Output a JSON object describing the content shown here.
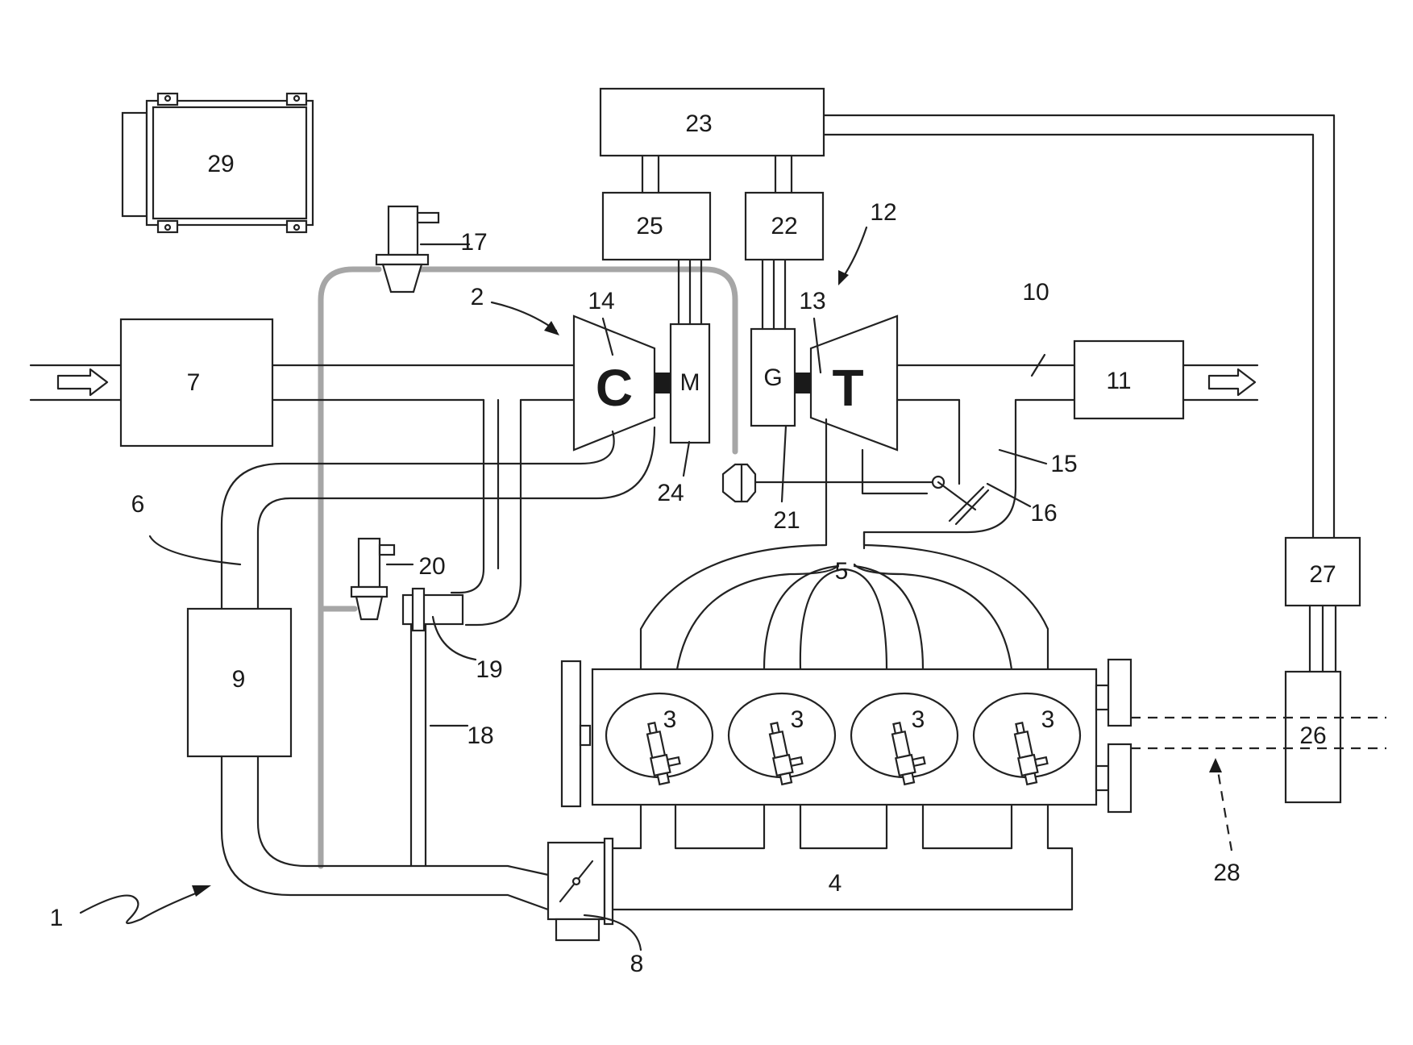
{
  "labels": {
    "system": "1",
    "turbo_compressor_group": "2",
    "cylinder": "3",
    "intake_manifold": "4",
    "exhaust_manifold": "5",
    "intake_duct": "6",
    "air_filter": "7",
    "throttle_valve": "8",
    "intercooler": "9",
    "exhaust_duct": "10",
    "exhaust_treatment": "11",
    "turbine_group": "12",
    "turbine": "13",
    "compressor": "14",
    "bypass_duct": "15",
    "wastegate_valve": "16",
    "sensor_17": "17",
    "recirculation_duct": "18",
    "recirculation_valve": "19",
    "sensor_20": "20",
    "generator_shaft": "21",
    "converter_22": "22",
    "storage_23": "23",
    "motor_shaft": "24",
    "converter_25": "25",
    "electric_machine": "26",
    "converter_27": "27",
    "crankshaft_axis": "28",
    "control_unit": "29"
  },
  "symbols": {
    "compressor": "C",
    "turbine": "T",
    "motor": "M",
    "generator": "G"
  },
  "icons": {
    "inlet_arrow": "hollow-arrow-right-icon",
    "outlet_arrow": "hollow-arrow-right-icon",
    "injector": "fuel-injector-icon",
    "ecu": "control-unit-icon"
  }
}
